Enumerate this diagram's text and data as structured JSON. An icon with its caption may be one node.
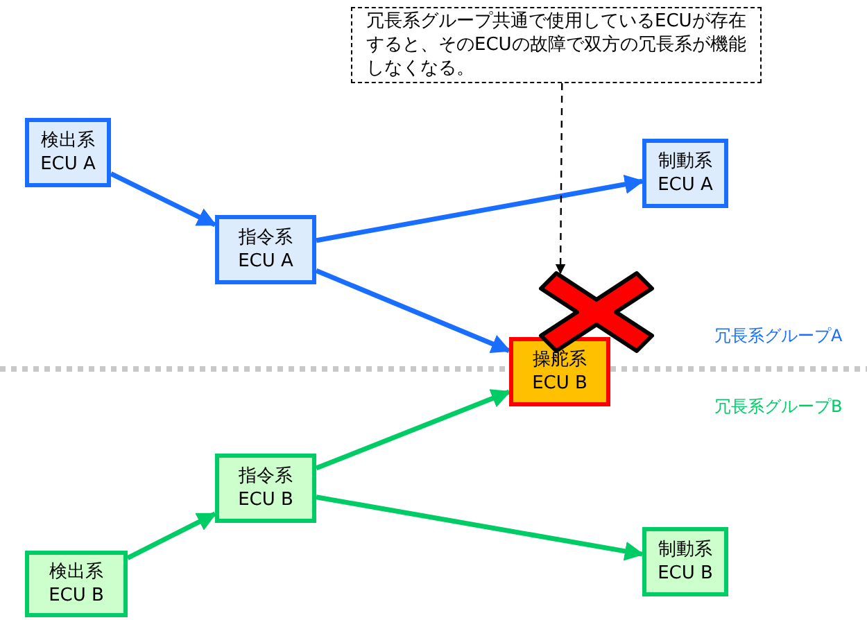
{
  "diagram": {
    "nodes": [
      {
        "text": [
          "冗長系グループ共通で使用しているECUが存在すると、そのECUの故障で双方の冗長系が機能しなくなる。"
        ]
      },
      {
        "text": [
          "検出系 ECU A"
        ]
      },
      {
        "text": [
          "指令系 ECU A"
        ]
      },
      {
        "text": [
          "制動系 ECU A"
        ]
      },
      {
        "text": [
          "操舵系 ECU B"
        ]
      },
      {
        "text": [],
        "shape": "cross"
      },
      {
        "text": [
          "指令系 ECU B"
        ]
      },
      {
        "text": [
          "検出系 ECU B"
        ]
      },
      {
        "text": [
          "制動系 ECU B"
        ]
      }
    ],
    "edges": [
      {
        "from": 1,
        "to": 2,
        "arrow": "to",
        "color": "#1a6eff"
      },
      {
        "from": 2,
        "to": 3,
        "arrow": "to",
        "color": "#1a6eff"
      },
      {
        "from": 2,
        "to": 4,
        "arrow": "to",
        "color": "#1a6eff"
      },
      {
        "from": 7,
        "to": 6,
        "arrow": "to",
        "color": "#00cc66"
      },
      {
        "from": 6,
        "to": 4,
        "arrow": "to",
        "color": "#00cc66"
      },
      {
        "from": 6,
        "to": 8,
        "arrow": "to",
        "color": "#00cc66"
      },
      {
        "from": 0,
        "to": 5,
        "arrow": "to",
        "style": "dashed",
        "color": "#000000"
      }
    ],
    "labels": [
      "冗長系グループA",
      "冗長系グループB"
    ]
  }
}
